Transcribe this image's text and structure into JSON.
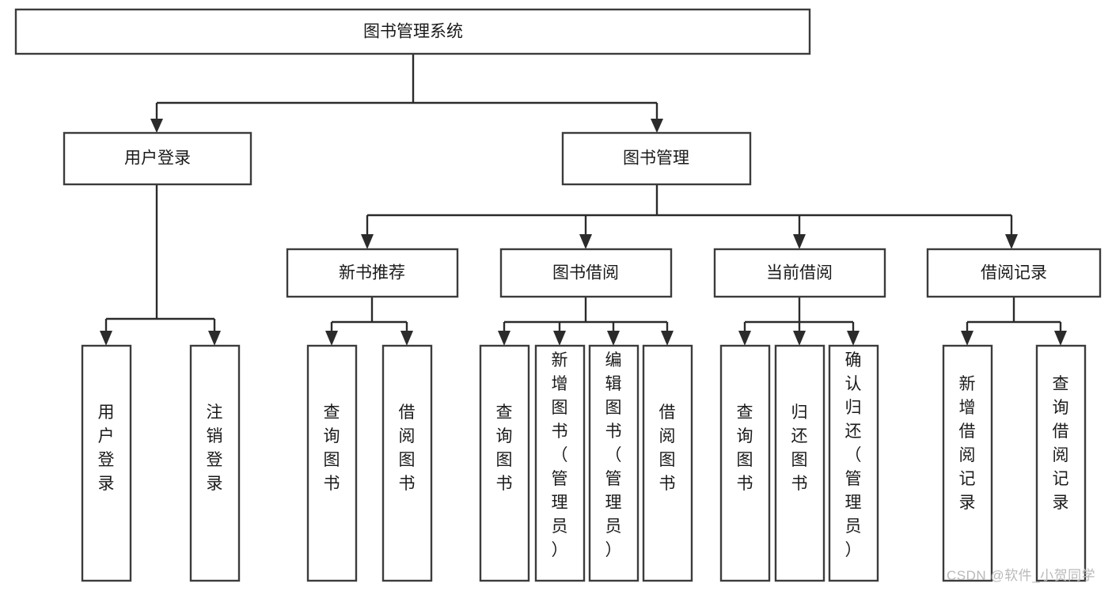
{
  "diagram": {
    "title": "图书管理系统",
    "type": "hierarchy-tree",
    "root": {
      "id": "root",
      "label": "图书管理系统",
      "orientation": "horizontal"
    },
    "level1": [
      {
        "id": "user-login",
        "label": "用户登录",
        "orientation": "horizontal"
      },
      {
        "id": "book-management",
        "label": "图书管理",
        "orientation": "horizontal"
      }
    ],
    "level2": [
      {
        "id": "new-book-recommend",
        "label": "新书推荐",
        "parent": "book-management",
        "orientation": "horizontal"
      },
      {
        "id": "book-borrow",
        "label": "图书借阅",
        "parent": "book-management",
        "orientation": "horizontal"
      },
      {
        "id": "current-borrow",
        "label": "当前借阅",
        "parent": "book-management",
        "orientation": "horizontal"
      },
      {
        "id": "borrow-record",
        "label": "借阅记录",
        "parent": "book-management",
        "orientation": "horizontal"
      }
    ],
    "leaves": [
      {
        "id": "leaf-user-login",
        "label": "用户登录",
        "parent": "user-login",
        "orientation": "vertical"
      },
      {
        "id": "leaf-user-logout",
        "label": "注销登录",
        "parent": "user-login",
        "orientation": "vertical"
      },
      {
        "id": "leaf-query-book-1",
        "label": "查询图书",
        "parent": "new-book-recommend",
        "orientation": "vertical"
      },
      {
        "id": "leaf-borrow-book-1",
        "label": "借阅图书",
        "parent": "new-book-recommend",
        "orientation": "vertical"
      },
      {
        "id": "leaf-query-book-2",
        "label": "查询图书",
        "parent": "book-borrow",
        "orientation": "vertical"
      },
      {
        "id": "leaf-add-book",
        "label": "新增图书（管理员）",
        "parent": "book-borrow",
        "orientation": "vertical"
      },
      {
        "id": "leaf-edit-book",
        "label": "编辑图书（管理员）",
        "parent": "book-borrow",
        "orientation": "vertical"
      },
      {
        "id": "leaf-borrow-book-2",
        "label": "借阅图书",
        "parent": "book-borrow",
        "orientation": "vertical"
      },
      {
        "id": "leaf-query-book-3",
        "label": "查询图书",
        "parent": "current-borrow",
        "orientation": "vertical"
      },
      {
        "id": "leaf-return-book",
        "label": "归还图书",
        "parent": "current-borrow",
        "orientation": "vertical"
      },
      {
        "id": "leaf-confirm-return",
        "label": "确认归还（管理员）",
        "parent": "current-borrow",
        "orientation": "vertical"
      },
      {
        "id": "leaf-add-record",
        "label": "新增借阅记录",
        "parent": "borrow-record",
        "orientation": "vertical"
      },
      {
        "id": "leaf-query-record",
        "label": "查询借阅记录",
        "parent": "borrow-record",
        "orientation": "vertical"
      }
    ]
  },
  "watermark": {
    "text": "CSDN @软件_小贺同学"
  },
  "colors": {
    "box_stroke": "#3c3c3c",
    "connector": "#2b2b2b",
    "text": "#1a1a1a",
    "background": "#ffffff",
    "watermark": "#b9b9b9"
  }
}
